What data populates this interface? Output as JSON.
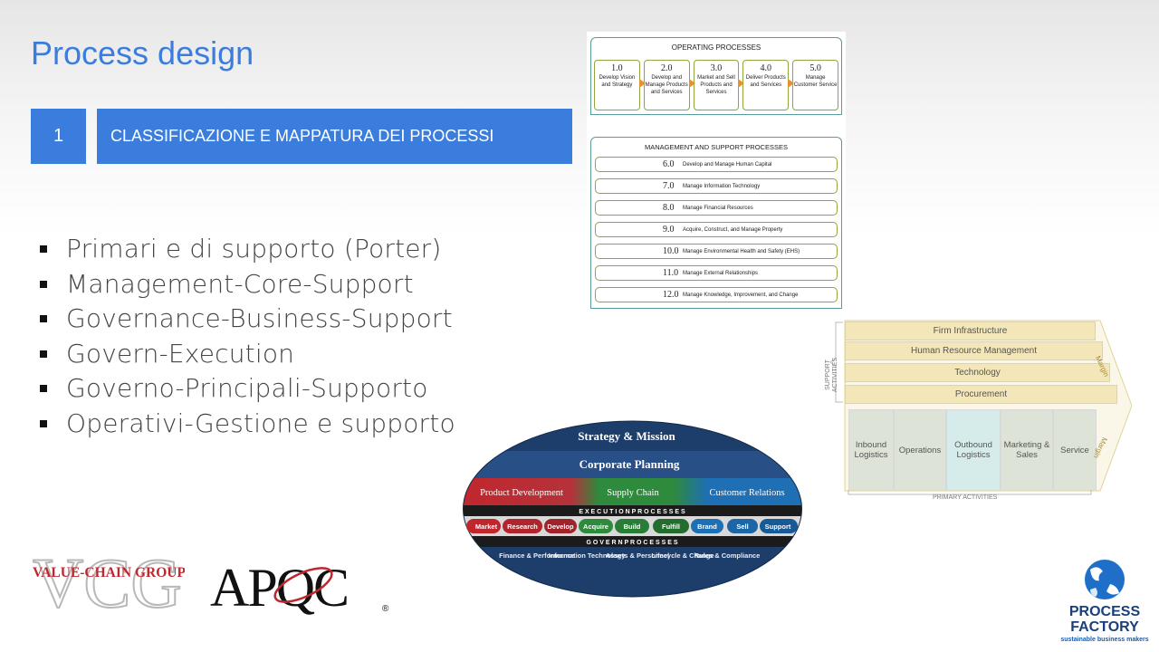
{
  "slide": {
    "title": "Process design",
    "section_number": "1",
    "section_title": "CLASSIFICAZIONE E MAPPATURA DEI PROCESSI"
  },
  "bullets": [
    "Primari e di supporto (Porter)",
    "Management-Core-Support",
    "Governance-Business-Support",
    "Govern-Execution",
    "Governo-Principali-Supporto",
    "Operativi-Gestione e supporto"
  ],
  "apqc_framework": {
    "operating_title": "OPERATING PROCESSES",
    "operating": [
      {
        "num": "1.0",
        "text": "Develop Vision and Strategy"
      },
      {
        "num": "2.0",
        "text": "Develop and Manage Products and Services"
      },
      {
        "num": "3.0",
        "text": "Market and Sell Products and Services"
      },
      {
        "num": "4.0",
        "text": "Deliver Products and Services"
      },
      {
        "num": "5.0",
        "text": "Manage Customer Service"
      }
    ],
    "support_title": "MANAGEMENT AND SUPPORT PROCESSES",
    "support": [
      {
        "num": "6.0",
        "text": "Develop and Manage Human Capital"
      },
      {
        "num": "7.0",
        "text": "Manage Information Technology"
      },
      {
        "num": "8.0",
        "text": "Manage Financial Resources"
      },
      {
        "num": "9.0",
        "text": "Acquire, Construct, and Manage Property"
      },
      {
        "num": "10.0",
        "text": "Manage Environmental Health and Safety (EHS)"
      },
      {
        "num": "11.0",
        "text": "Manage External Relationships"
      },
      {
        "num": "12.0",
        "text": "Manage Knowledge, Improvement, and Change"
      }
    ]
  },
  "value_chain": {
    "support_label": "SUPPORT ACTIVITIES",
    "support_activities": [
      "Firm Infrastructure",
      "Human Resource Management",
      "Technology",
      "Procurement"
    ],
    "primary_activities": [
      "Inbound Logistics",
      "Operations",
      "Outbound Logistics",
      "Marketing & Sales",
      "Service"
    ],
    "primary_label": "PRIMARY ACTIVITIES",
    "margin_label": "Margin"
  },
  "vcg_model": {
    "strategy": "Strategy & Mission",
    "planning": "Corporate Planning",
    "segments": [
      "Product Development",
      "Supply Chain",
      "Customer Relations"
    ],
    "execution_label": "E X E C U T I O N   P R O C E S S E S",
    "execution": [
      "Market",
      "Research",
      "Develop",
      "Acquire",
      "Build",
      "Fulfill",
      "Brand",
      "Sell",
      "Support"
    ],
    "govern_label": "G O V E R N   P R O C E S S E S",
    "govern": [
      "Finance & Performance",
      "Information Technology",
      "Assets & Personnel",
      "Lifecycle & Change",
      "Rules & Compliance"
    ]
  },
  "logos": {
    "vcg": "VALUE-CHAIN GROUP",
    "vcg_mark": "VCG",
    "apqc": "APQC",
    "pf_line1": "PROCESS",
    "pf_line2": "FACTORY",
    "pf_tagline": "sustainable business makers"
  },
  "colors": {
    "accent": "#3b7ddd",
    "vcg_navy": "#1d3d6b",
    "vcg_red": "#c0272d",
    "vcg_green": "#2e8a3c",
    "vcg_blue": "#1f6fb5"
  }
}
